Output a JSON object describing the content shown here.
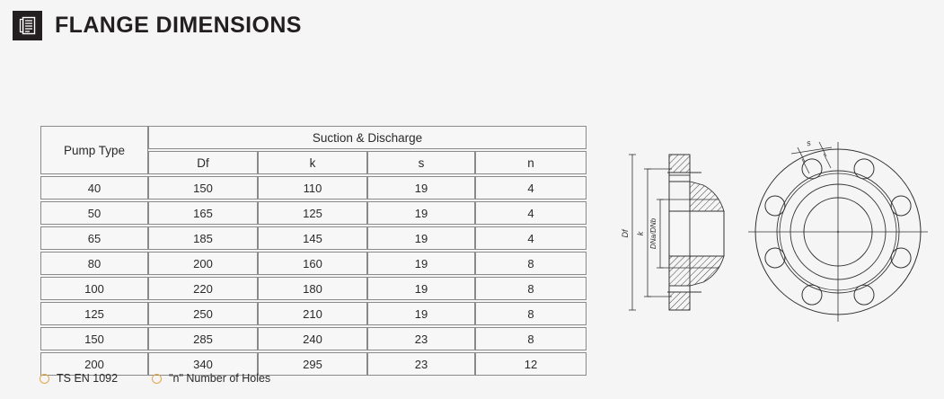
{
  "header": {
    "title": "FLANGE DIMENSIONS",
    "icon": "document-icon"
  },
  "table": {
    "group_headers": {
      "pump_type": "Pump Type",
      "suction_discharge": "Suction & Discharge"
    },
    "sub_headers": [
      "Df",
      "k",
      "s",
      "n"
    ],
    "rows": [
      {
        "pump_type": "40",
        "df": "150",
        "k": "110",
        "s": "19",
        "n": "4"
      },
      {
        "pump_type": "50",
        "df": "165",
        "k": "125",
        "s": "19",
        "n": "4"
      },
      {
        "pump_type": "65",
        "df": "185",
        "k": "145",
        "s": "19",
        "n": "4"
      },
      {
        "pump_type": "80",
        "df": "200",
        "k": "160",
        "s": "19",
        "n": "8"
      },
      {
        "pump_type": "100",
        "df": "220",
        "k": "180",
        "s": "19",
        "n": "8"
      },
      {
        "pump_type": "125",
        "df": "250",
        "k": "210",
        "s": "19",
        "n": "8"
      },
      {
        "pump_type": "150",
        "df": "285",
        "k": "240",
        "s": "23",
        "n": "8"
      },
      {
        "pump_type": "200",
        "df": "340",
        "k": "295",
        "s": "23",
        "n": "12"
      }
    ]
  },
  "legend": {
    "items": [
      {
        "label": "TS EN 1092"
      },
      {
        "label": "\"n\" Number of Holes"
      }
    ],
    "marker_color": "#e3a64a"
  },
  "drawing": {
    "section_labels": {
      "df": "Df",
      "k": "k",
      "dn": "DNa/DNb"
    },
    "front_labels": {
      "s": "s"
    },
    "bolt_hole_count": 8
  },
  "colors": {
    "background": "#f5f5f5",
    "ink": "#231f20",
    "rule": "#8a8a8a",
    "accent": "#e3a64a"
  }
}
